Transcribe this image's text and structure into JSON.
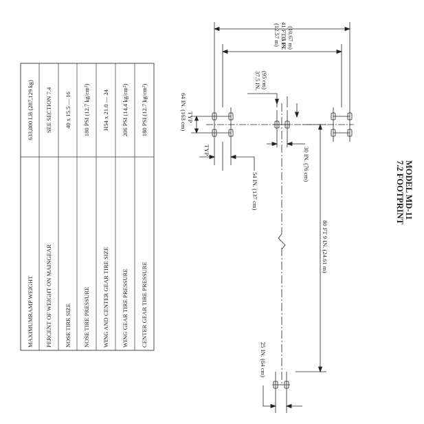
{
  "table": {
    "rows": [
      {
        "label": "MAXIMUMRAMP WEIGHT",
        "value": "633,000 LB (287,129 kg)"
      },
      {
        "label": "PERCENT OF WEIGHT ON MAINGEAR",
        "value": "SEE SECTION 7.4"
      },
      {
        "label": "NOSE TIRE SIZE",
        "value": "40 x 15.5 — 16"
      },
      {
        "label": "NOSE TIRE PRESSURE",
        "value": "180 PSI (12.7 kg/cm²)"
      },
      {
        "label": "WING AND CENTER GEAR TIRE SIZE",
        "value": "H54 x 21.0 — 24"
      },
      {
        "label": "WING GEAR TIRE PRESSURE",
        "value": "206 PSI (14.4 kg/cm²)"
      },
      {
        "label": "CENTER GEAR TIRE PRESSURE",
        "value": "180 PSI (12.7 kg/cm²)"
      }
    ]
  },
  "dimensions": {
    "overall_ft": "41 FT 3 IN.",
    "overall_m": "(12.57 m)",
    "main_ft": "35 FT",
    "main_m": "(10.67 m)",
    "center_in": "37.5 IN.",
    "center_cm": "(95 cm)",
    "wheel_base": "64 IN. (163 cm)",
    "typ_top": "TYP",
    "typ_bottom": "TYP",
    "bogie": "54 IN. (137 cm)",
    "center_track": "30 IN. (76 cm)",
    "nose_to_main": "80 FT 9 IN. (24.61 m)",
    "nose_track": "25 IN. (64 cm)"
  },
  "title": {
    "line1": "7.2 FOOTPRINT",
    "line2": "MODEL MD-11"
  }
}
